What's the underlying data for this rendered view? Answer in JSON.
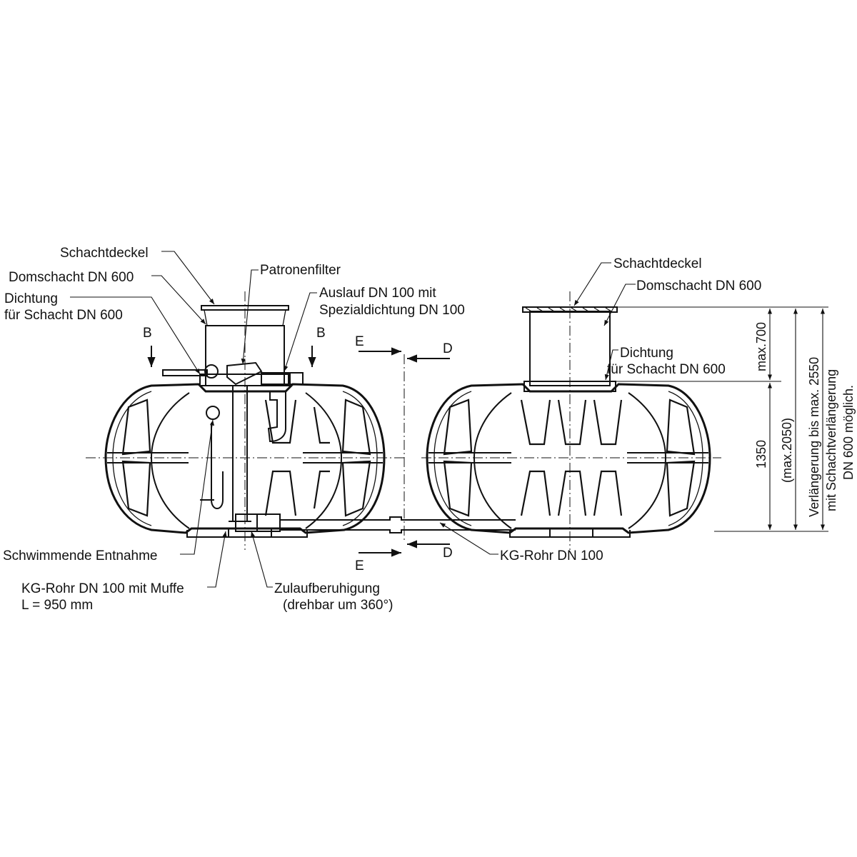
{
  "left_tank": {
    "labels": {
      "schachtdeckel": "Schachtdeckel",
      "domschacht": "Domschacht DN 600",
      "dichtung_1": "Dichtung",
      "dichtung_2": "für Schacht DN 600",
      "patronenfilter": "Patronenfilter",
      "auslauf_1": "Auslauf DN 100 mit",
      "auslauf_2": "Spezialdichtung DN 100",
      "schwimmende": "Schwimmende Entnahme",
      "kg_muffe_1": "KG-Rohr DN 100 mit Muffe",
      "kg_muffe_2": "L =  950 mm",
      "zulauf_1": "Zulaufberuhigung",
      "zulauf_2": "(drehbar um 360°)"
    }
  },
  "right_tank": {
    "labels": {
      "schachtdeckel": "Schachtdeckel",
      "domschacht": "Domschacht DN 600",
      "dichtung_1": "Dichtung",
      "dichtung_2": "für Schacht DN 600",
      "kg_rohr": "KG-Rohr DN 100"
    }
  },
  "section_marks": {
    "b_left": "B",
    "b_right": "B",
    "e_top": "E",
    "e_bottom": "E",
    "d_top": "D",
    "d_bottom": "D"
  },
  "dimensions": {
    "max_700": "max.700",
    "height_1350": "1350",
    "max_2050": "(max.2050)",
    "extension_1": "Verlängerung bis max. 2550",
    "extension_2": "mit Schachtverlängerung",
    "extension_3": "DN 600 möglich."
  }
}
